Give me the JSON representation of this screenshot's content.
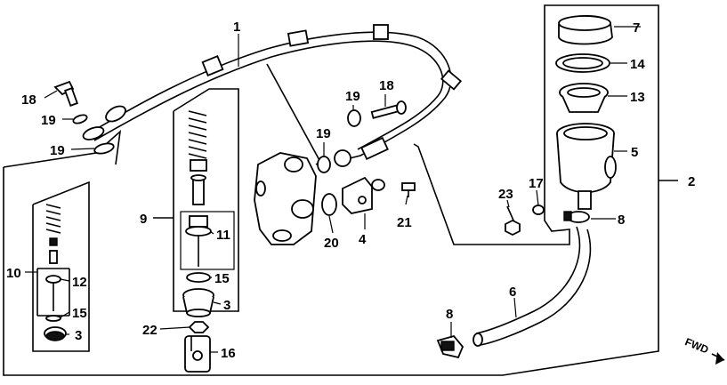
{
  "callouts": {
    "c1": "1",
    "c2": "2",
    "c3a": "3",
    "c3b": "3",
    "c4": "4",
    "c5": "5",
    "c6": "6",
    "c7": "7",
    "c8a": "8",
    "c8b": "8",
    "c9": "9",
    "c10": "10",
    "c11": "11",
    "c12": "12",
    "c13": "13",
    "c14": "14",
    "c15a": "15",
    "c15b": "15",
    "c16": "16",
    "c17": "17",
    "c18a": "18",
    "c18b": "18",
    "c19a": "19",
    "c19b": "19",
    "c19c": "19",
    "c19d": "19",
    "c20": "20",
    "c21": "21",
    "c22": "22",
    "c23": "23"
  },
  "direction": "FWD"
}
